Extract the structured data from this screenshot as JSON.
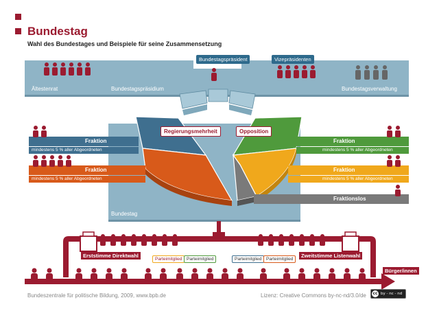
{
  "header": {
    "title": "Bundestag",
    "subtitle": "Wahl des Bundestages und Beispiele für seine Zusammensetzung"
  },
  "top": {
    "aeltestenrat": "Ältestenrat",
    "praesidium": "Bundestagspräsidium",
    "verwaltung": "Bundestagsverwaltung",
    "praesident": "Bundestagspräsident",
    "vizepraesidenten": "Vizepräsidenten"
  },
  "chamber": {
    "regierung": "Regierungsmehrheit",
    "opposition": "Opposition",
    "bundestag": "Bundestag"
  },
  "fraktionen": {
    "left": [
      {
        "label": "Fraktion",
        "sub": "mindestens 5 % aller Abgeordneten",
        "color": "#3f6f8f"
      },
      {
        "label": "Fraktion",
        "sub": "mindestens 5 % aller Abgeordneten",
        "color": "#d85a1a"
      }
    ],
    "right": [
      {
        "label": "Fraktion",
        "sub": "mindestens 5 % aller Abgeordneten",
        "color": "#4f9a3c"
      },
      {
        "label": "Fraktion",
        "sub": "mindestens 5 % aller Abgeordneten",
        "color": "#f0a81c"
      }
    ],
    "fraktionslos": "Fraktionslos"
  },
  "election": {
    "erststimme": "Erststimme Direktwahl",
    "zweitstimme": "Zweitstimme Listenwahl",
    "buerger": "Bürger/innen",
    "parteimitglied_tags": [
      "Parteimitglied",
      "Parteimitglied",
      "Parteimitglied",
      "Parteimitglied"
    ]
  },
  "footer": {
    "source": "Bundeszentrale für politische Bildung, 2009, www.bpb.de",
    "license": "Lizenz: Creative Commons by-nc-nd/3.0/de",
    "badge": "by - nc - nd"
  },
  "colors": {
    "accent": "#9b1b30",
    "panel": "#8fb4c6",
    "dark_blue": "#3f6f8f",
    "orange": "#d85a1a",
    "green": "#4f9a3c",
    "yellow": "#f0a81c",
    "grey": "#7a7a7a"
  }
}
